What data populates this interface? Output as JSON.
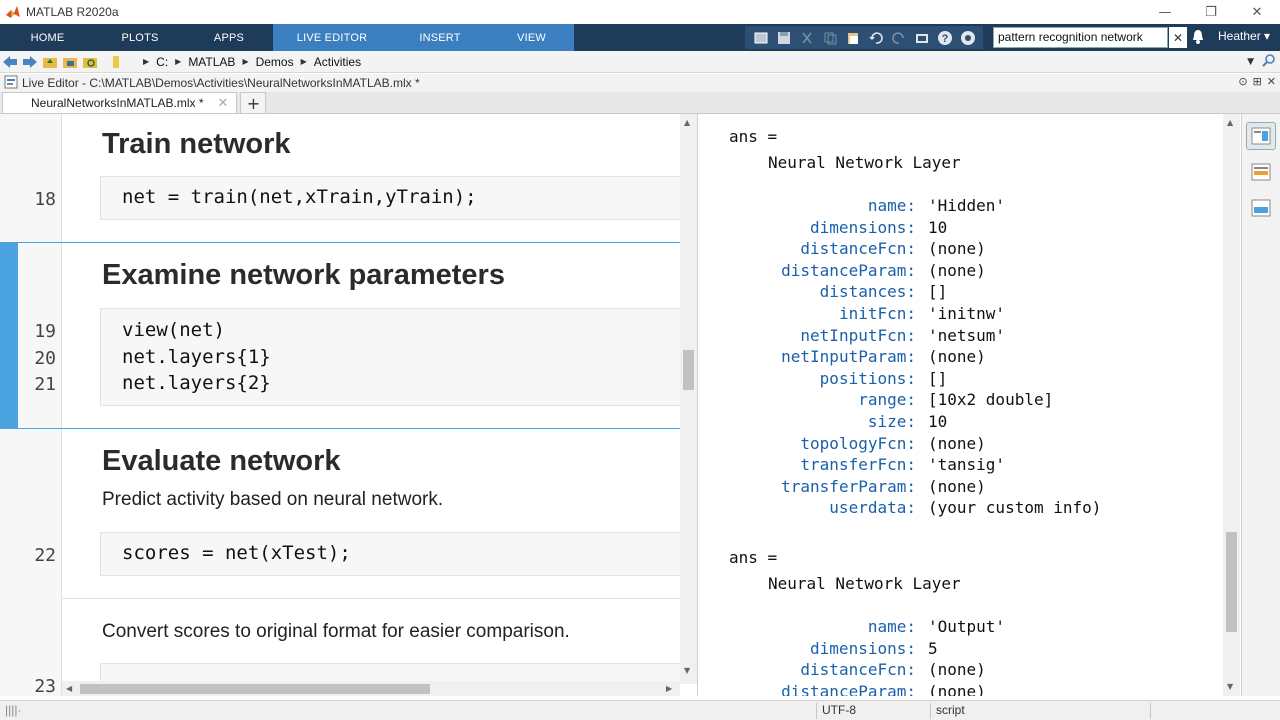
{
  "window": {
    "title": "MATLAB R2020a"
  },
  "ribbon": {
    "tabs": [
      "HOME",
      "PLOTS",
      "APPS",
      "LIVE EDITOR",
      "INSERT",
      "VIEW"
    ],
    "active_tab": "LIVE EDITOR",
    "search_value": "pattern recognition network",
    "user": "Heather ▾"
  },
  "address": {
    "crumbs": [
      "C:",
      "MATLAB",
      "Demos",
      "Activities"
    ]
  },
  "editor": {
    "title": "Live Editor - C:\\MATLAB\\Demos\\Activities\\NeuralNetworksInMATLAB.mlx *",
    "tab_label": "NeuralNetworksInMATLAB.mlx *",
    "sections": {
      "train": {
        "heading": "Train network",
        "line": "18",
        "code": "net = train(net,xTrain,yTrain);"
      },
      "examine": {
        "heading": "Examine network parameters",
        "lines": [
          {
            "num": "19",
            "code": "view(net)"
          },
          {
            "num": "20",
            "code": "net.layers{1}"
          },
          {
            "num": "21",
            "code": "net.layers{2}"
          }
        ]
      },
      "evaluate": {
        "heading": "Evaluate network",
        "text": "Predict activity based on neural network.",
        "line": "22",
        "code": "scores = net(xTest);"
      },
      "convert": {
        "text": "Convert scores to original format for easier comparison.",
        "line": "23"
      }
    }
  },
  "output": {
    "blocks": [
      {
        "ans": "ans =",
        "type": "Neural Network Layer",
        "props": [
          {
            "name": "name:",
            "value": "'Hidden'"
          },
          {
            "name": "dimensions:",
            "value": "10"
          },
          {
            "name": "distanceFcn:",
            "value": "(none)"
          },
          {
            "name": "distanceParam:",
            "value": "(none)"
          },
          {
            "name": "distances:",
            "value": "[]"
          },
          {
            "name": "initFcn:",
            "value": "'initnw'"
          },
          {
            "name": "netInputFcn:",
            "value": "'netsum'"
          },
          {
            "name": "netInputParam:",
            "value": "(none)"
          },
          {
            "name": "positions:",
            "value": "[]"
          },
          {
            "name": "range:",
            "value": "[10x2 double]"
          },
          {
            "name": "size:",
            "value": "10"
          },
          {
            "name": "topologyFcn:",
            "value": "(none)"
          },
          {
            "name": "transferFcn:",
            "value": "'tansig'"
          },
          {
            "name": "transferParam:",
            "value": "(none)"
          },
          {
            "name": "userdata:",
            "value": "(your custom info)"
          }
        ]
      },
      {
        "ans": "ans =",
        "type": "Neural Network Layer",
        "props": [
          {
            "name": "name:",
            "value": "'Output'"
          },
          {
            "name": "dimensions:",
            "value": "5"
          },
          {
            "name": "distanceFcn:",
            "value": "(none)"
          },
          {
            "name": "distanceParam:",
            "value": "(none)"
          }
        ]
      }
    ]
  },
  "status": {
    "encoding": "UTF-8",
    "mode": "script"
  },
  "colors": {
    "ribbon": "#1e3c5a",
    "active_tab": "#3c7fc0",
    "section_bar": "#4aa3df",
    "property_name": "#1b60aa"
  },
  "icons": [
    "matlab-logo-icon",
    "minimize-icon",
    "maximize-icon",
    "close-icon",
    "save-icon",
    "undo-icon",
    "help-icon",
    "bell-icon",
    "back-icon",
    "forward-icon",
    "folder-icon",
    "search-icon",
    "output-inline-icon",
    "output-right-icon",
    "hide-code-icon"
  ]
}
